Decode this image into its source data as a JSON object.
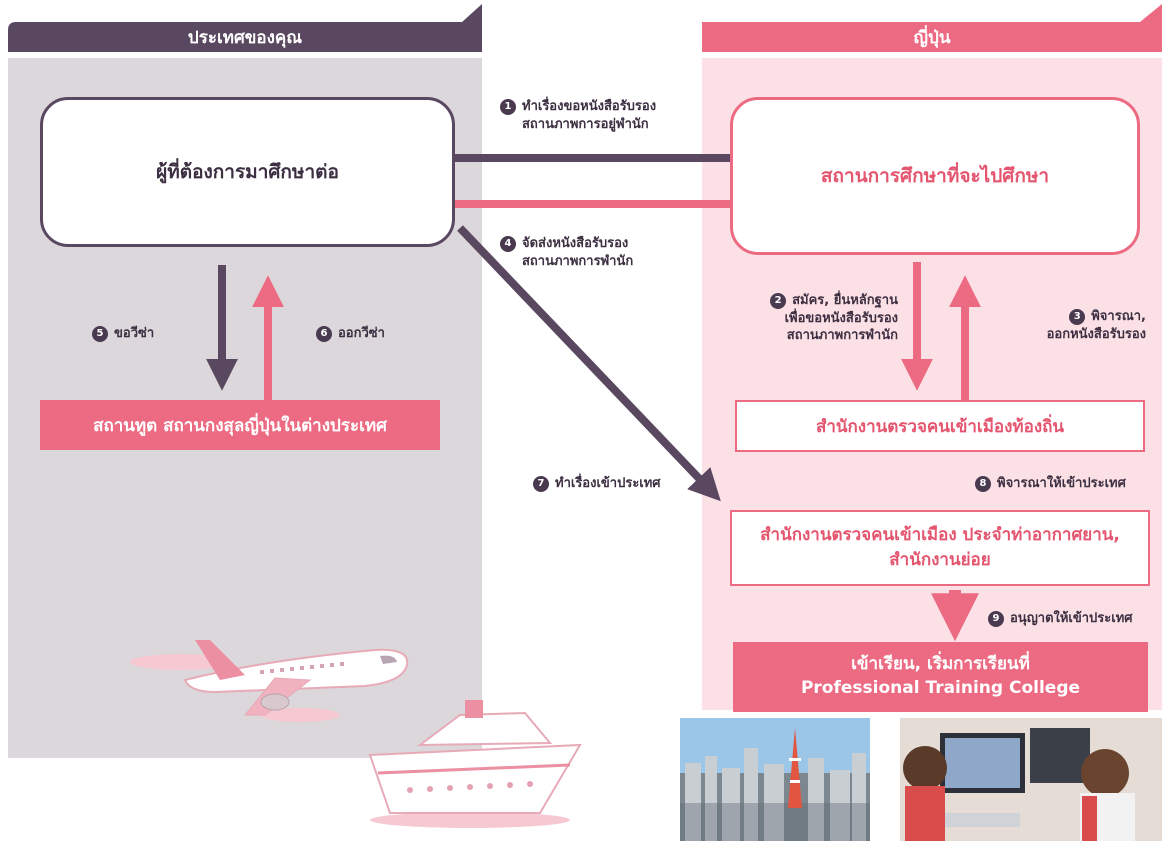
{
  "headers": {
    "left": "ประเทศของคุณ",
    "right": "ญี่ปุ่น"
  },
  "nodes": {
    "student": "ผู้ที่ต้องการมาศึกษาต่อ",
    "school": "สถานการศึกษาที่จะไปศึกษา",
    "embassy": "สถานทูต สถานกงสุลญี่ปุ่นในต่างประเทศ",
    "local_immigration": "สำนักงานตรวจคนเข้าเมืองท้องถิ่น",
    "airport_immigration_line1": "สำนักงานตรวจคนเข้าเมือง ประจำท่าอากาศยาน,",
    "airport_immigration_line2": "สำนักงานย่อย",
    "enroll_line1": "เข้าเรียน, เริ่มการเรียนที่",
    "enroll_line2": "Professional Training College"
  },
  "steps": {
    "s1": {
      "num": "1",
      "line1": "ทำเรื่องขอหนังสือรับรอง",
      "line2": "สถานภาพการอยู่พำนัก"
    },
    "s2": {
      "num": "2",
      "line1": "สมัคร, ยื่นหลักฐาน",
      "line2": "เพื่อขอหนังสือรับรอง",
      "line3": "สถานภาพการพำนัก"
    },
    "s3": {
      "num": "3",
      "line1": "พิจารณา,",
      "line2": "ออกหนังสือรับรอง"
    },
    "s4": {
      "num": "4",
      "line1": "จัดส่งหนังสือรับรอง",
      "line2": "สถานภาพการพำนัก"
    },
    "s5": {
      "num": "5",
      "line1": "ขอวีซ่า"
    },
    "s6": {
      "num": "6",
      "line1": "ออกวีซ่า"
    },
    "s7": {
      "num": "7",
      "line1": "ทำเรื่องเข้าประเทศ"
    },
    "s8": {
      "num": "8",
      "line1": "พิจารณาให้เข้าประเทศ"
    },
    "s9": {
      "num": "9",
      "line1": "อนุญาตให้เข้าประเทศ"
    }
  },
  "colors": {
    "dark": "#5a4860",
    "pink": "#ec6a82",
    "left_bg": "#dcd7da",
    "right_bg": "#fbe1e5"
  },
  "illustrations": [
    "airplane-illustration",
    "cruise-ship-illustration",
    "tokyo-city-photo",
    "students-computer-photo"
  ]
}
